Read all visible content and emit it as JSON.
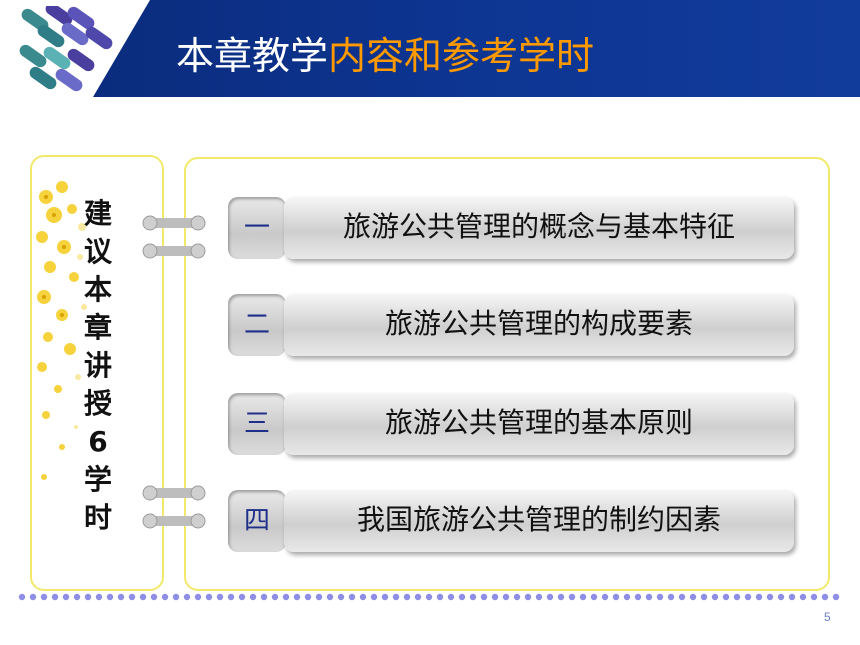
{
  "title": {
    "part1": "本章教学",
    "part2": "内容和参考学时"
  },
  "sidebar": {
    "chars": [
      "建",
      "议",
      "本",
      "章",
      "讲",
      "授",
      "6",
      "学",
      "时"
    ]
  },
  "items": [
    {
      "num": "一",
      "text": "旅游公共管理的概念与基本特征"
    },
    {
      "num": "二",
      "text": "旅游公共管理的构成要素"
    },
    {
      "num": "三",
      "text": "旅游公共管理的基本原则"
    },
    {
      "num": "四",
      "text": "我国旅游公共管理的制约因素"
    }
  ],
  "page_number": "5",
  "colors": {
    "header": "#0d3592",
    "title_accent": "#ff9900",
    "panel_border": "#f2e96a",
    "dots": "#8e8ee6"
  }
}
